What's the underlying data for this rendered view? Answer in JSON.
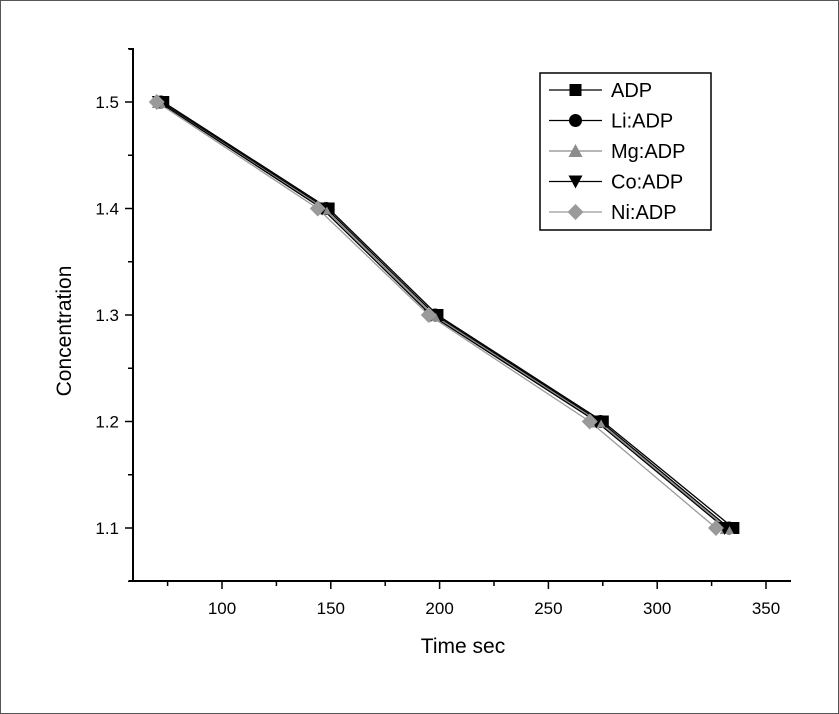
{
  "chart_data": {
    "type": "line",
    "title": "",
    "xlabel": "Time sec",
    "ylabel": "Concentration",
    "xlim": [
      57,
      361
    ],
    "ylim": [
      1.05,
      1.55
    ],
    "x_ticks": [
      100,
      150,
      200,
      250,
      300,
      350
    ],
    "x_tick_labels": [
      "100",
      "150",
      "200",
      "250",
      "300",
      "350"
    ],
    "y_ticks": [
      1.1,
      1.2,
      1.3,
      1.4,
      1.5
    ],
    "y_tick_labels": [
      "1.1",
      "1.2",
      "1.3",
      "1.4",
      "1.5"
    ],
    "grid": false,
    "legend_position": "upper right",
    "series": [
      {
        "name": "ADP",
        "marker": "square",
        "color": "#000000",
        "x": [
          73,
          149,
          199,
          275,
          335
        ],
        "values": [
          1.5,
          1.4,
          1.3,
          1.2,
          1.1
        ]
      },
      {
        "name": "Li:ADP",
        "marker": "circle",
        "color": "#000000",
        "x": [
          72,
          148,
          198,
          274,
          333
        ],
        "values": [
          1.5,
          1.4,
          1.3,
          1.2,
          1.1
        ]
      },
      {
        "name": "Mg:ADP",
        "marker": "triangle-up",
        "color": "#8c8c8c",
        "x": [
          71,
          147,
          197,
          273,
          332
        ],
        "values": [
          1.5,
          1.4,
          1.3,
          1.2,
          1.1
        ]
      },
      {
        "name": "Co:ADP",
        "marker": "triangle-down",
        "color": "#000000",
        "x": [
          71,
          146,
          196,
          272,
          331
        ],
        "values": [
          1.5,
          1.4,
          1.3,
          1.2,
          1.1
        ]
      },
      {
        "name": "Ni:ADP",
        "marker": "diamond",
        "color": "#9a9a9a",
        "x": [
          70,
          144,
          195,
          269,
          327
        ],
        "values": [
          1.5,
          1.4,
          1.3,
          1.2,
          1.1
        ]
      }
    ]
  }
}
